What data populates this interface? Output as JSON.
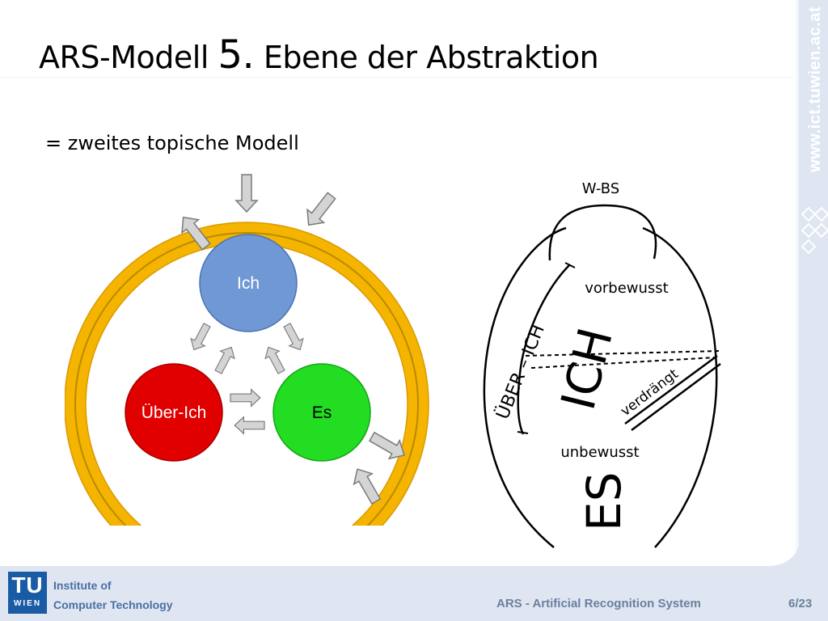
{
  "slide": {
    "title_prefix": "ARS-Modell",
    "title_number": "5.",
    "title_suffix": "Ebene der Abstraktion",
    "subtitle": "= zweites topische Modell",
    "side_url": "www.ict.tuwien.ac.at"
  },
  "diagram1": {
    "nodes": {
      "ich": "Ich",
      "ueber_ich": "Über-Ich",
      "es": "Es"
    },
    "colors": {
      "ring": "#f5b400",
      "ring_edge": "#d99a00",
      "ich": "#6f98d4",
      "ueber_ich": "#e00000",
      "es": "#22dd22",
      "arrow_fill": "#d4d4d4",
      "arrow_edge": "#7a7a7a"
    }
  },
  "diagram2": {
    "labels": {
      "wbs": "W-BS",
      "ueber_ich": "ÜBER – ICH",
      "vorbewusst": "vorbewusst",
      "ich": "ICH",
      "verdraengt": "verdrängt",
      "unbewusst": "unbewusst",
      "es": "ES"
    }
  },
  "footer": {
    "logo_tu": "TU",
    "logo_wien": "WIEN",
    "institute_line1": "Institute of",
    "institute_line2": "Computer Technology",
    "presentation_title": "ARS - Artificial Recognition System",
    "page_number": "6/23"
  }
}
